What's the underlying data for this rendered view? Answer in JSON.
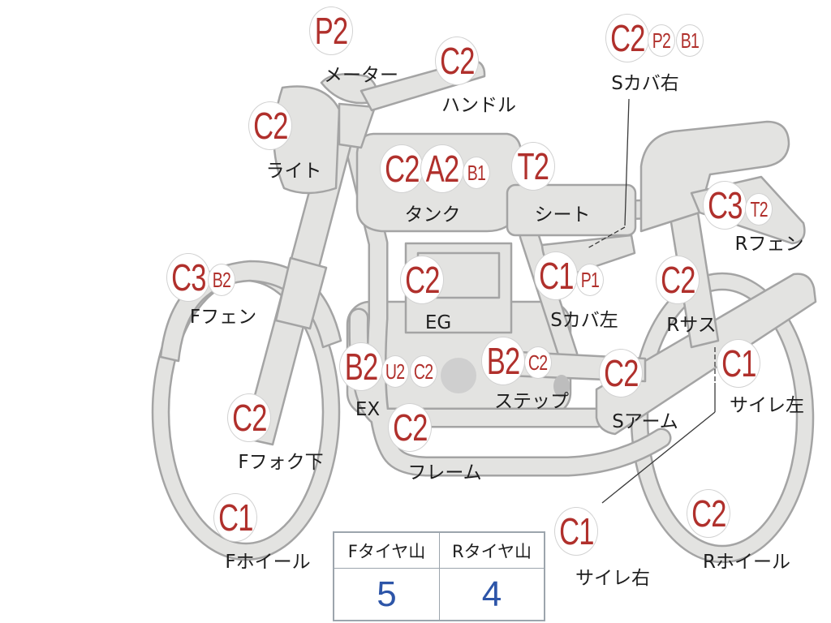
{
  "parts": [
    {
      "grades": [
        "P2"
      ],
      "label": "メーター"
    },
    {
      "grades": [
        "C2"
      ],
      "label": "ハンドル"
    },
    {
      "grades": [
        "C2",
        "P2",
        "B1"
      ],
      "label": "Sカバ右"
    },
    {
      "grades": [
        "C2"
      ],
      "label": "ライト"
    },
    {
      "grades": [
        "C2",
        "A2",
        "B1"
      ],
      "label": "タンク"
    },
    {
      "grades": [
        "T2"
      ],
      "label": "シート"
    },
    {
      "grades": [
        "C3",
        "T2"
      ],
      "label": "Rフェン"
    },
    {
      "grades": [
        "C3",
        "B2"
      ],
      "label": "Fフェン"
    },
    {
      "grades": [
        "C2"
      ],
      "label": "EG"
    },
    {
      "grades": [
        "C1",
        "P1"
      ],
      "label": "Sカバ左"
    },
    {
      "grades": [
        "C2"
      ],
      "label": "Rサス"
    },
    {
      "grades": [
        "B2",
        "U2",
        "C2"
      ],
      "label": "EX"
    },
    {
      "grades": [
        "B2",
        "C2"
      ],
      "label": "ステップ"
    },
    {
      "grades": [
        "C2"
      ],
      "label": "Sアーム"
    },
    {
      "grades": [
        "C1"
      ],
      "label": "サイレ左"
    },
    {
      "grades": [
        "C2"
      ],
      "label": "Fフォク下"
    },
    {
      "grades": [
        "C2"
      ],
      "label": "フレーム"
    },
    {
      "grades": [
        "C1"
      ],
      "label": "Fホイール"
    },
    {
      "grades": [
        "C1"
      ],
      "label": "サイレ右"
    },
    {
      "grades": [
        "C2"
      ],
      "label": "Rホイール"
    }
  ],
  "tires": {
    "headers": [
      "Fタイヤ山",
      "Rタイヤ山"
    ],
    "values": [
      "5",
      "4"
    ]
  },
  "colors": {
    "grade_text": "#b0302c",
    "tire_value": "#2d55a8",
    "bike_fill": "#e3e3e1",
    "bike_outline": "#a4a4a4",
    "badge_ring": "#d2d2d2",
    "table_border": "#9ca5ad"
  }
}
